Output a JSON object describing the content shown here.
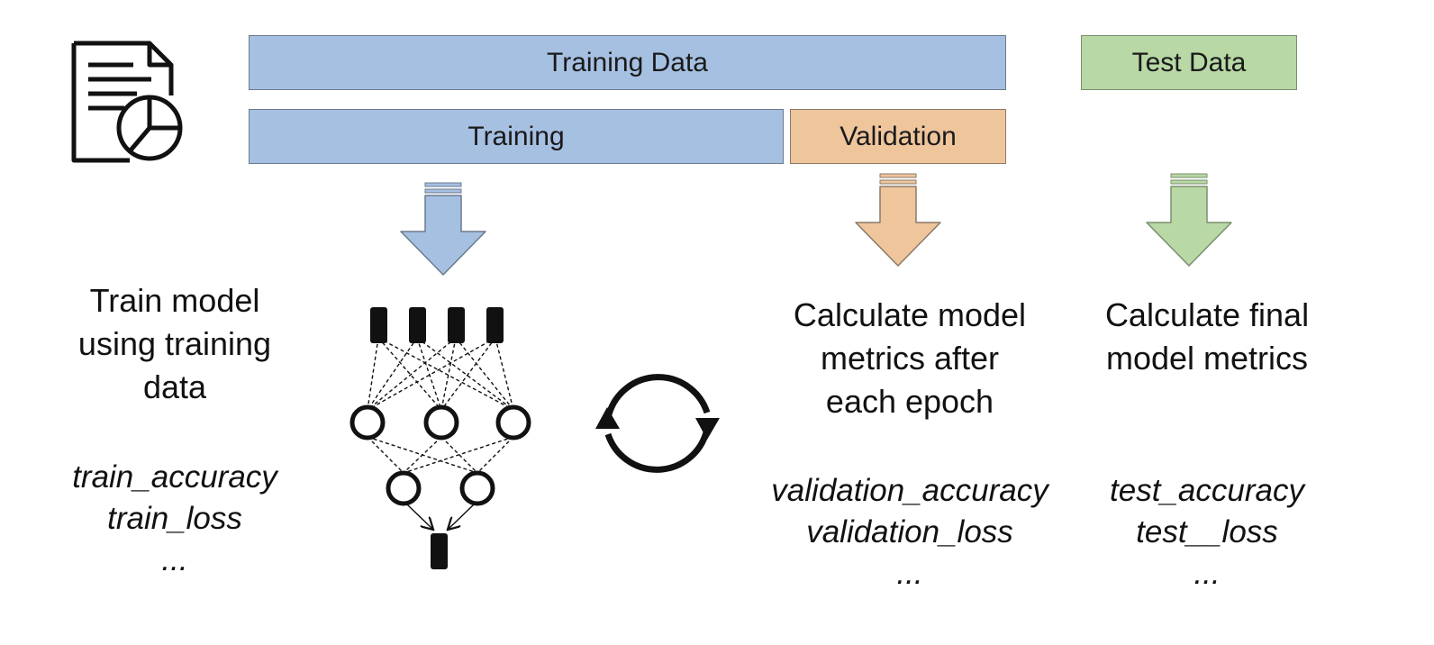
{
  "bars": {
    "training_data": "Training Data",
    "training": "Training",
    "validation": "Validation",
    "test_data": "Test Data"
  },
  "columns": {
    "train": {
      "description": [
        "Train model",
        "using training",
        "data"
      ],
      "metrics": [
        "train_accuracy",
        "train_loss",
        "..."
      ]
    },
    "validation": {
      "description": [
        "Calculate model",
        "metrics after",
        "each epoch"
      ],
      "metrics": [
        "validation_accuracy",
        "validation_loss",
        "..."
      ]
    },
    "test": {
      "description": [
        "Calculate final",
        "model metrics"
      ],
      "metrics": [
        "test_accuracy",
        "test__loss",
        "..."
      ]
    }
  },
  "colors": {
    "blue": "#a6c0e2",
    "orange": "#efc59c",
    "green": "#b8d8a6"
  },
  "icons": [
    "document-chart-icon",
    "arrow-down-icon",
    "neural-network-icon",
    "cycle-icon"
  ]
}
